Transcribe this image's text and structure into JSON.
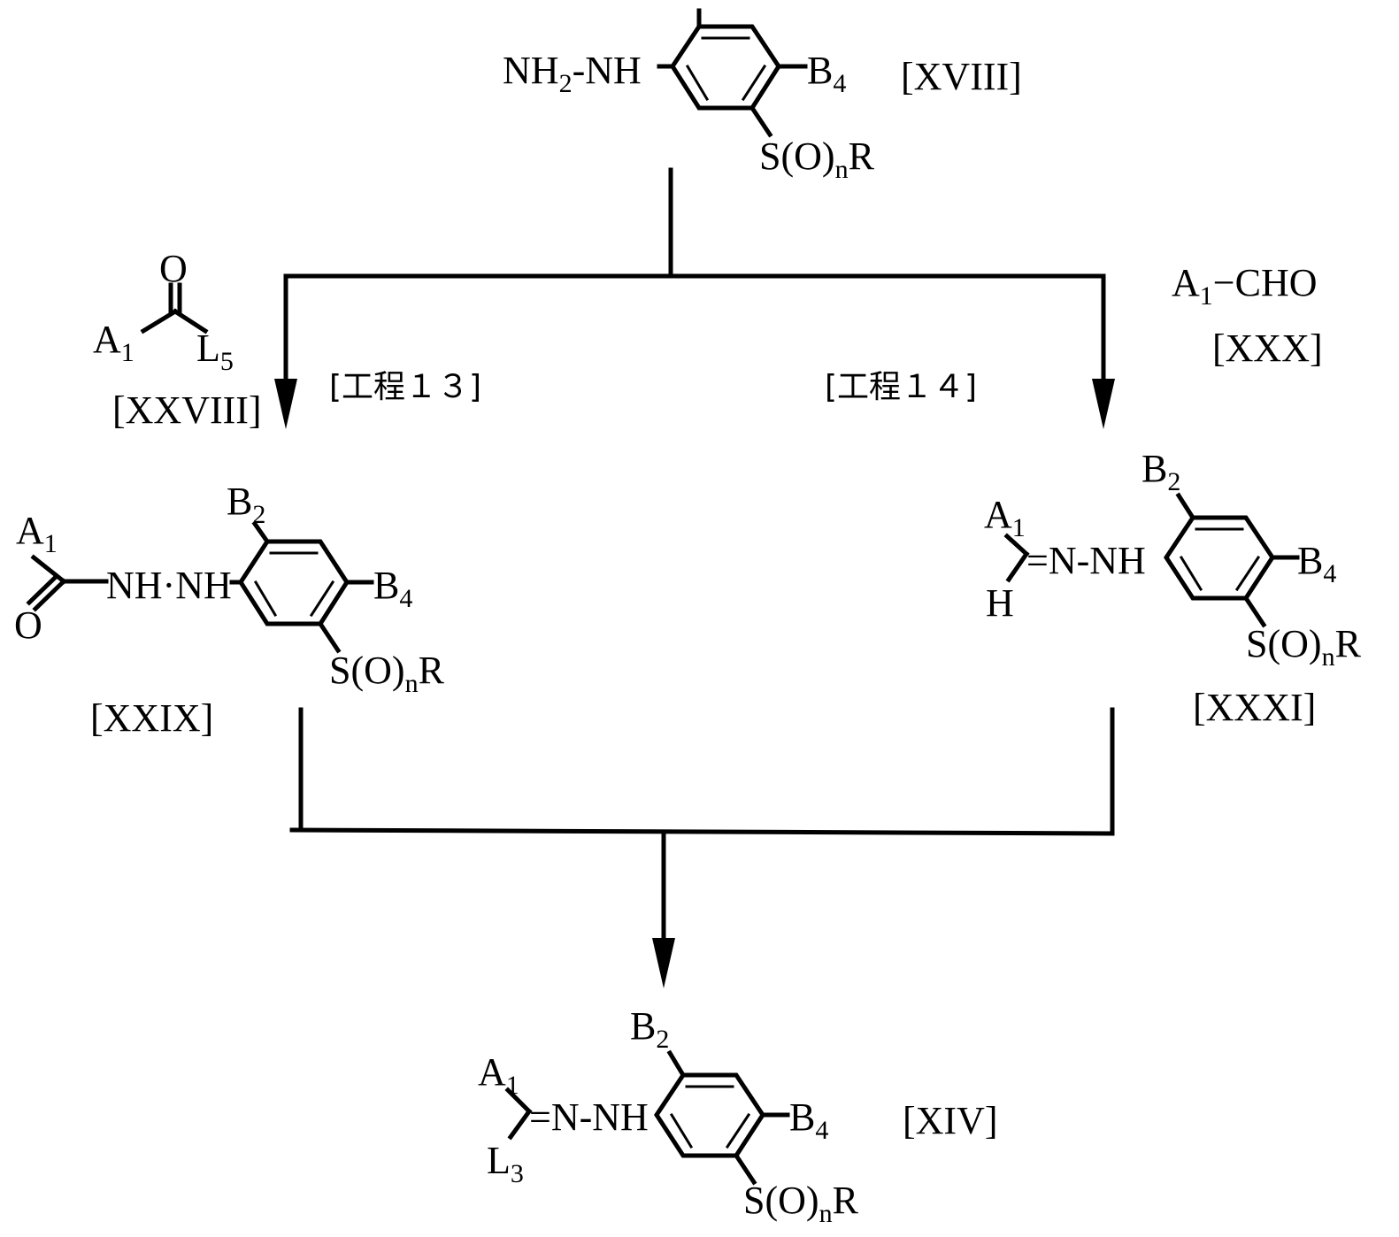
{
  "compounds": {
    "xviii": {
      "label": "[XVIII]",
      "nh2": "NH",
      "nh2_sub": "2",
      "nh": "-NH",
      "b4": "B",
      "b4_sub": "4",
      "s": "S(O)",
      "s_sub": "n",
      "r": "R"
    },
    "xxviii": {
      "label": "[XXVIII]",
      "o": "O",
      "a1": "A",
      "a1_sub": "1",
      "l5": "L",
      "l5_sub": "5"
    },
    "xxx": {
      "label": "[XXX]",
      "a1": "A",
      "a1_sub": "1",
      "cho": "−CHO"
    },
    "xxix": {
      "label": "[XXIX]",
      "a1": "A",
      "a1_sub": "1",
      "o": "O",
      "nhnh": "NH·NH",
      "b2": "B",
      "b2_sub": "2",
      "b4": "B",
      "b4_sub": "4",
      "s": "S(O)",
      "s_sub": "n",
      "r": "R"
    },
    "xxxi": {
      "label": "[XXXI]",
      "a1": "A",
      "a1_sub": "1",
      "h": "H",
      "nnh": "=N-NH",
      "b2": "B",
      "b2_sub": "2",
      "b4": "B",
      "b4_sub": "4",
      "s": "S(O)",
      "s_sub": "n",
      "r": "R"
    },
    "xiv": {
      "label": "[XIV]",
      "a1": "A",
      "a1_sub": "1",
      "l3": "L",
      "l3_sub": "3",
      "nnh": "=N-NH",
      "b2": "B",
      "b2_sub": "2",
      "b4": "B",
      "b4_sub": "4",
      "s": "S(O)",
      "s_sub": "n",
      "r": "R"
    }
  },
  "steps": {
    "step13": "[工程１３]",
    "step14": "[工程１４]"
  }
}
